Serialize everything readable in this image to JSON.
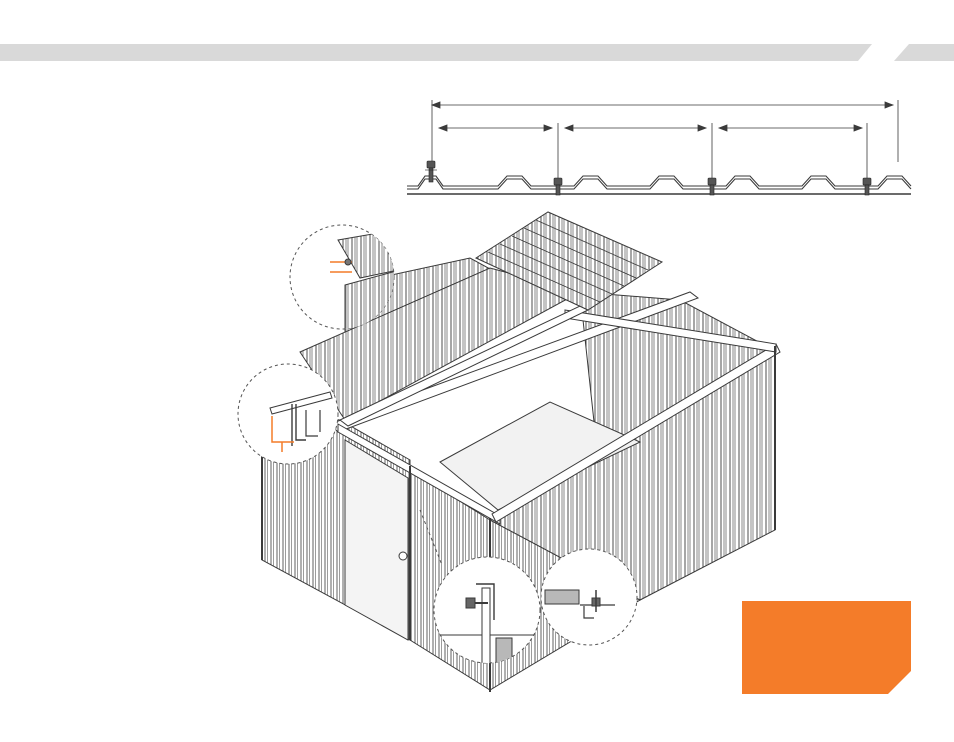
{
  "colors": {
    "header_band": "#d9d9d9",
    "accent_orange": "#f47c29",
    "line": "#3a3a3a",
    "line_light": "#8a8a8a",
    "panel_shade": "#b8b8b8"
  },
  "header": {
    "band_color": "#d9d9d9"
  },
  "dimension_diagram": {
    "description_icons": [
      "dimension-arrow-icon",
      "roof-screw-icon"
    ],
    "screw_count": 4,
    "span_count": 3
  },
  "assembly_view": {
    "detail_callouts": [
      "roof-ridge-detail",
      "wall-top-detail",
      "screw-bracket-detail",
      "corner-screw-detail"
    ]
  },
  "corner_badge": {
    "color": "#f47c29"
  }
}
